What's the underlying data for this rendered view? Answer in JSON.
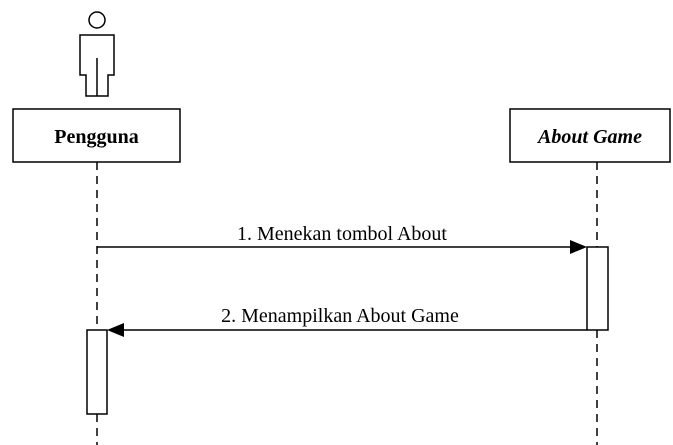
{
  "actors": [
    {
      "id": "user",
      "label": "Pengguna",
      "italic": false,
      "icon": "person-icon"
    },
    {
      "id": "about",
      "label": "About Game",
      "italic": true
    }
  ],
  "messages": [
    {
      "from": "user",
      "to": "about",
      "label": "1. Menekan tombol About"
    },
    {
      "from": "about",
      "to": "user",
      "label": "2. Menampilkan About Game"
    }
  ],
  "colors": {
    "line": "#000000",
    "background": "#ffffff"
  }
}
